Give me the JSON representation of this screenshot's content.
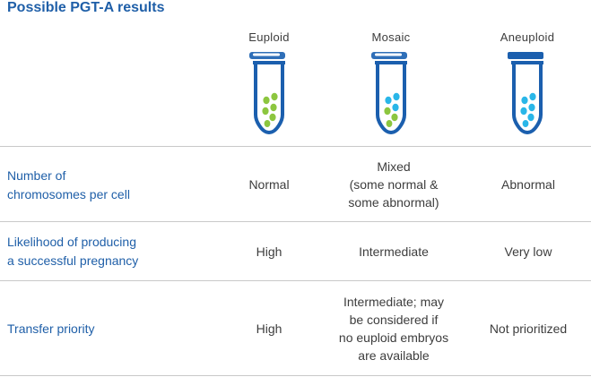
{
  "title": "Possible PGT-A results",
  "colors": {
    "title_blue": "#1f5fa8",
    "tube_blue": "#1b5fae",
    "cap_euploid": "#2f6fb8",
    "cap_aneuploid": "#1b5fae",
    "cell_green": "#8cc63f",
    "cell_cyan": "#29b6e8",
    "rule_grey": "#c9c9c9",
    "text_grey": "#3d3d3d"
  },
  "columns": [
    {
      "label": "Euploid",
      "icon": "test-tube-green-cells-icon"
    },
    {
      "label": "Mosaic",
      "icon": "test-tube-mixed-cells-icon"
    },
    {
      "label": "Aneuploid",
      "icon": "test-tube-blue-cells-icon"
    }
  ],
  "rows": [
    {
      "label": "Number of\nchromosomes per cell",
      "values": [
        "Normal",
        "Mixed\n(some normal &\nsome abnormal)",
        "Abnormal"
      ]
    },
    {
      "label": "Likelihood of producing\na successful pregnancy",
      "values": [
        "High",
        "Intermediate",
        "Very low"
      ]
    },
    {
      "label": "Transfer priority",
      "values": [
        "High",
        "Intermediate; may\nbe considered if\nno euploid embryos\nare available",
        "Not prioritized"
      ]
    }
  ]
}
